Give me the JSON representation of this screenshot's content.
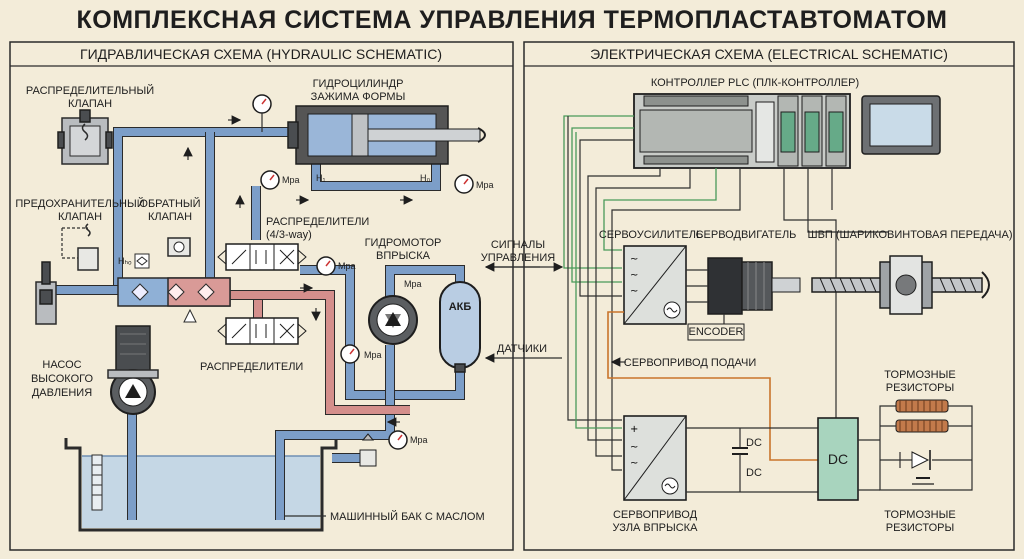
{
  "title": "КОМПЛЕКСНАЯ СИСТЕМА УПРАВЛЕНИЯ ТЕРМОПЛАСТАВТОМАТОМ",
  "hydraulic": {
    "header": "ГИДРАВЛИЧЕСКАЯ СХЕМА (HYDRAULIC SCHEMATIC)",
    "dist_valve_l1": "РАСПРЕДЕЛИТЕЛЬНЫЙ",
    "dist_valve_l2": "КЛАПАН",
    "cylinder_l1": "ГИДРОЦИЛИНДР",
    "cylinder_l2": "ЗАЖИМА ФОРМЫ",
    "relief_l1": "ПРЕДОХРАНИТЕЛЬНЫЙ",
    "relief_l2": "КЛАПАН",
    "check_l1": "ОБРАТНЫЙ",
    "check_l2": "КЛАПАН",
    "distributors_l1": "РАСПРЕДЕЛИТЕЛИ",
    "distributors_l2": "(4/3-way)",
    "motor_l1": "ГИДРОМОТОР",
    "motor_l2": "ВПРЫСКА",
    "distributors2": "РАСПРЕДЕЛИТЕЛИ",
    "pump_l1": "НАСОС",
    "pump_l2": "ВЫСОКОГО",
    "pump_l3": "ДАВЛЕНИЯ",
    "tank": "МАШИННЫЙ БАК С МАСЛОМ",
    "accumulator": "АКБ",
    "mpa": "Мpa",
    "h0": "H₀",
    "h1": "H₁",
    "hho": "Hₕₒ"
  },
  "links": {
    "signals_l1": "СИГНАЛЫ",
    "signals_l2": "УПРАВЛЕНИЯ",
    "sensors": "ДАТЧИКИ"
  },
  "electrical": {
    "header": "ЭЛЕКТРИЧЕСКАЯ СХЕМА (ELECTRICAL SCHEMATIC)",
    "plc": "КОНТРОЛЛЕР PLC (ПЛК-КОНТРОЛЛЕР)",
    "servo_amp": "СЕРВОУСИЛИТЕЛЬ",
    "servo_motor": "СЕРВОДВИГАТЕЛЬ",
    "ballscrew": "ШВП (ШАРИКОВИНТОВАЯ ПЕРЕДАЧА)",
    "encoder": "ENCODER",
    "feed_servo": "СЕРВОПРИВОД ПОДАЧИ",
    "brake_top_l1": "ТОРМОЗНЫЕ",
    "brake_top_l2": "РЕЗИСТОРЫ",
    "dc1": "DC",
    "dc2": "DC",
    "dc_box": "DC",
    "inj_servo_l1": "СЕРВОПРИВОД",
    "inj_servo_l2": "УЗЛА ВПРЫСКА",
    "brake_bot_l1": "ТОРМОЗНЫЕ",
    "brake_bot_l2": "РЕЗИСТОРЫ"
  },
  "colors": {
    "background": "#f3ecd9",
    "oil_pressure": "#7c9ec8",
    "oil_return": "#d48f8c",
    "signal_wire": "#4a9a5a",
    "feedback_wire": "#c9752b"
  }
}
